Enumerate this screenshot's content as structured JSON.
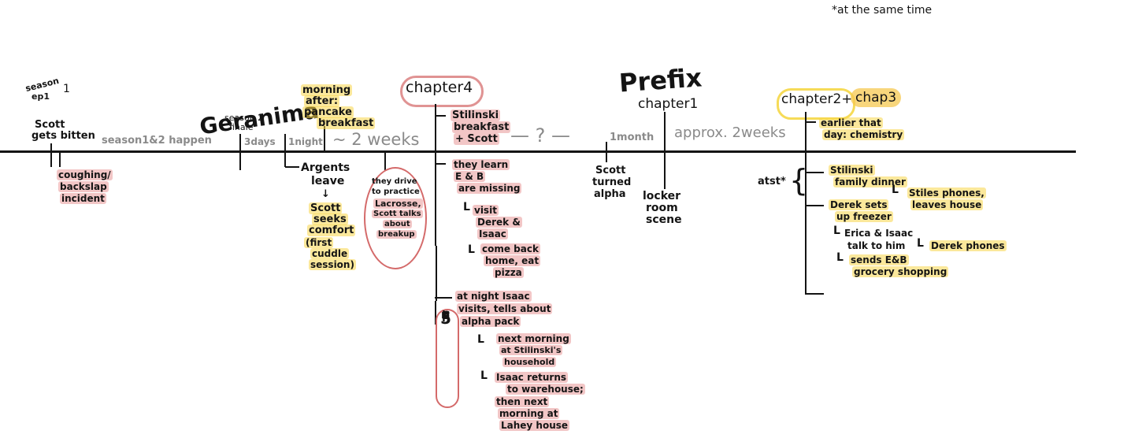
{
  "note_top": "*at the same time",
  "timeline": {
    "s1e1": {
      "heading_1": "season",
      "heading_2": "ep1",
      "event_1": "Scott",
      "event_2": "gets bitten",
      "below_1": "coughing/",
      "below_2": "backslap",
      "below_3": "incident"
    },
    "gap_1": "season1&2 happen",
    "geranima": {
      "title": "Geranima",
      "sub_1": "season 2",
      "sub_2": "finale",
      "gap": "3days"
    },
    "night": "1night",
    "morning": {
      "line_1": "morning",
      "line_2": "after:",
      "line_3": "pancake",
      "line_4": "breakfast"
    },
    "gap_2": "~ 2 weeks",
    "argents": {
      "line_1": "Argents",
      "line_2": "leave",
      "arrow": "↓",
      "seek_1": "Scott",
      "seek_2": "seeks",
      "seek_3": "comfort",
      "seek_4": "(first",
      "seek_5": "cuddle",
      "seek_6": "session)"
    },
    "lacrosse": {
      "line_1": "they drive",
      "line_2": "to practice",
      "line_3": "Lacrosse,",
      "line_4": "Scott talks",
      "line_5": "about",
      "line_6": "breakup"
    },
    "chapter4": {
      "title": "chapter4",
      "items": {
        "i1_1": "Stilinski",
        "i1_2": "breakfast",
        "i1_3": "+ Scott",
        "i2_1": "they learn",
        "i2_2": "E & B",
        "i2_3": "are missing",
        "i3_1": "visit",
        "i3_2": "Derek &",
        "i3_3": "Isaac",
        "i4_1": "come back",
        "i4_2": "home, eat",
        "i4_3": "pizza"
      }
    },
    "chapter5": {
      "label": "Chapter5",
      "items": {
        "i1_1": "at night Isaac",
        "i1_2": "visits, tells about",
        "i1_3": "alpha pack",
        "i2_1": "next morning",
        "i2_2": "at Stilinski's",
        "i2_3": "household",
        "i3_1": "Isaac returns",
        "i3_2": "to warehouse;",
        "i3_3": "then next",
        "i3_4": "morning at",
        "i3_5": "Lahey house"
      }
    },
    "gap_3": "— ? —",
    "scott_alpha": {
      "line_1": "Scott",
      "line_2": "turned",
      "line_3": "alpha"
    },
    "gap_4": "1month",
    "prefix": {
      "title": "Prefix",
      "sub": "chapter1",
      "locker_1": "locker",
      "locker_2": "room",
      "locker_3": "scene"
    },
    "gap_5": "approx. 2weeks",
    "chapter23": {
      "title_1": "chapter2+",
      "title_2": "chap3",
      "earlier_1": "earlier that",
      "earlier_2": "day: chemistry",
      "atst": "atst*",
      "items": {
        "d1_1": "Stilinski",
        "d1_2": "family dinner",
        "d1_3": "Stiles phones,",
        "d1_4": "leaves house",
        "d2_1": "Derek sets",
        "d2_2": "up freezer",
        "d3_1": "Erica & Isaac",
        "d3_2": "talk to him",
        "d3_3": "Derek phones",
        "d4_1": "sends E&B",
        "d4_2": "grocery shopping"
      }
    }
  }
}
